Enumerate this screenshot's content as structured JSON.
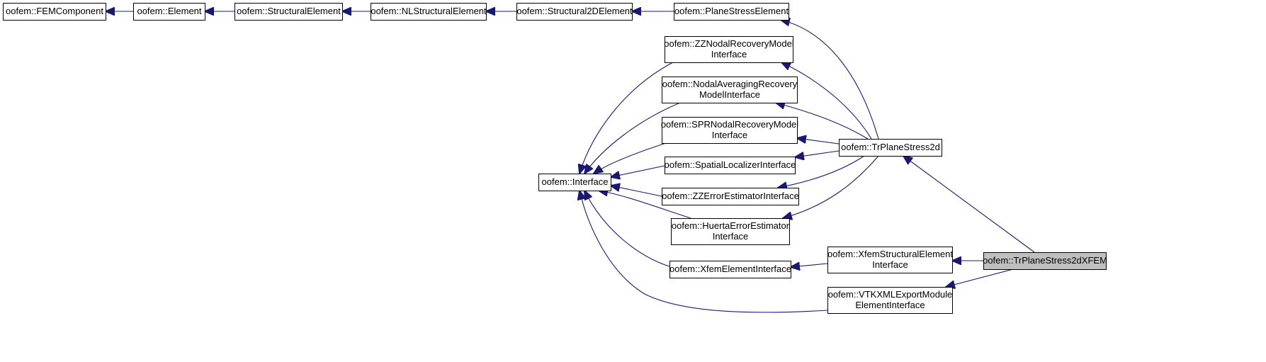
{
  "diagram": {
    "title": "",
    "nodes": [
      {
        "id": "fem",
        "lines": [
          "oofem::FEMComponent"
        ]
      },
      {
        "id": "element",
        "lines": [
          "oofem::Element"
        ]
      },
      {
        "id": "structural",
        "lines": [
          "oofem::StructuralElement"
        ]
      },
      {
        "id": "nlstructural",
        "lines": [
          "oofem::NLStructuralElement"
        ]
      },
      {
        "id": "struct2d",
        "lines": [
          "oofem::Structural2DElement"
        ]
      },
      {
        "id": "planestress",
        "lines": [
          "oofem::PlaneStressElement"
        ]
      },
      {
        "id": "zznodal",
        "lines": [
          "oofem::ZZNodalRecoveryModel",
          "Interface"
        ]
      },
      {
        "id": "nodalavg",
        "lines": [
          "oofem::NodalAveragingRecovery",
          "ModelInterface"
        ]
      },
      {
        "id": "sprnodal",
        "lines": [
          "oofem::SPRNodalRecoveryModel",
          "Interface"
        ]
      },
      {
        "id": "spatial",
        "lines": [
          "oofem::SpatialLocalizerInterface"
        ]
      },
      {
        "id": "zzerror",
        "lines": [
          "oofem::ZZErrorEstimatorInterface"
        ]
      },
      {
        "id": "huerta",
        "lines": [
          "oofem::HuertaErrorEstimator",
          "Interface"
        ]
      },
      {
        "id": "xfemelem",
        "lines": [
          "oofem::XfemElementInterface"
        ]
      },
      {
        "id": "interface",
        "lines": [
          "oofem::Interface"
        ]
      },
      {
        "id": "trplane",
        "lines": [
          "oofem::TrPlaneStress2d"
        ]
      },
      {
        "id": "xfemstruct",
        "lines": [
          "oofem::XfemStructuralElement",
          "Interface"
        ]
      },
      {
        "id": "vtkxml",
        "lines": [
          "oofem::VTKXMLExportModule",
          "ElementInterface"
        ]
      },
      {
        "id": "trplanexfem",
        "lines": [
          "oofem::TrPlaneStress2dXFEM"
        ],
        "current": true
      }
    ],
    "edges": [
      {
        "from": "element",
        "to": "fem"
      },
      {
        "from": "structural",
        "to": "element"
      },
      {
        "from": "nlstructural",
        "to": "structural"
      },
      {
        "from": "struct2d",
        "to": "nlstructural"
      },
      {
        "from": "planestress",
        "to": "struct2d"
      },
      {
        "from": "zznodal",
        "to": "interface"
      },
      {
        "from": "nodalavg",
        "to": "interface"
      },
      {
        "from": "sprnodal",
        "to": "interface"
      },
      {
        "from": "spatial",
        "to": "interface"
      },
      {
        "from": "zzerror",
        "to": "interface"
      },
      {
        "from": "huerta",
        "to": "interface"
      },
      {
        "from": "xfemelem",
        "to": "interface"
      },
      {
        "from": "vtkxml",
        "to": "interface"
      },
      {
        "from": "trplane",
        "to": "planestress"
      },
      {
        "from": "trplane",
        "to": "zznodal"
      },
      {
        "from": "trplane",
        "to": "nodalavg"
      },
      {
        "from": "trplane",
        "to": "sprnodal"
      },
      {
        "from": "trplane",
        "to": "spatial"
      },
      {
        "from": "trplane",
        "to": "zzerror"
      },
      {
        "from": "trplane",
        "to": "huerta"
      },
      {
        "from": "xfemstruct",
        "to": "xfemelem"
      },
      {
        "from": "trplanexfem",
        "to": "trplane"
      },
      {
        "from": "trplanexfem",
        "to": "xfemstruct"
      },
      {
        "from": "trplanexfem",
        "to": "vtkxml"
      }
    ]
  }
}
